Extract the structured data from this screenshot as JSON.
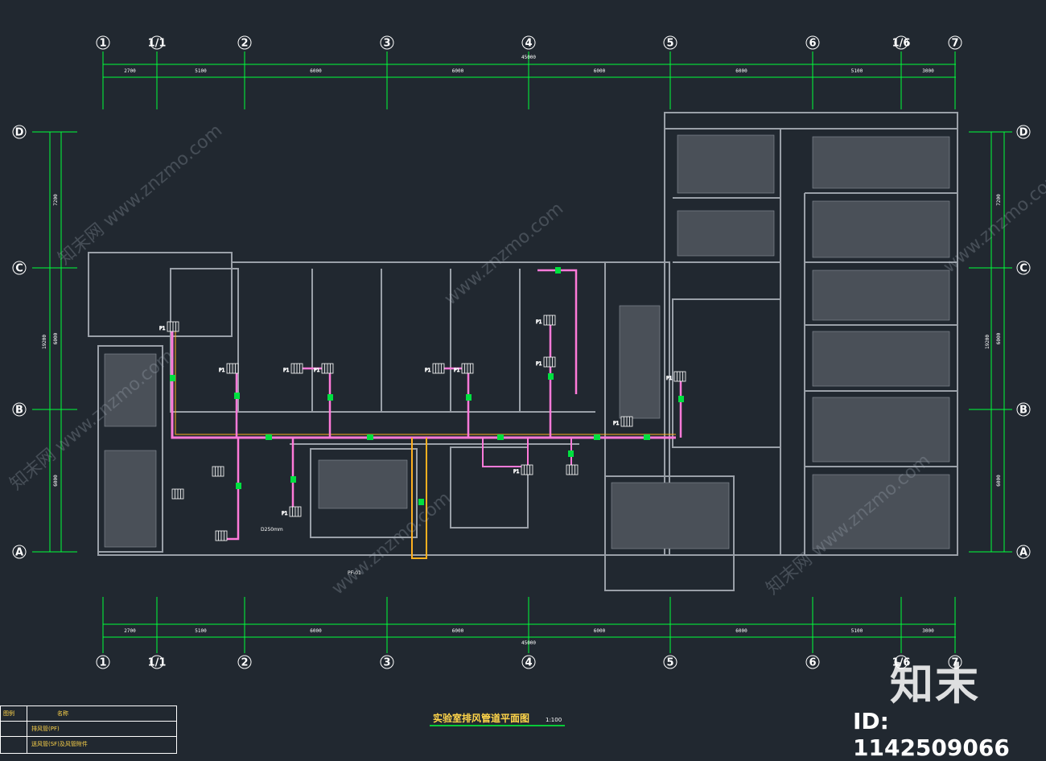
{
  "drawing": {
    "title": "实验室排风管道平面图",
    "scale": "1:100",
    "watermark_site": "www.znzmo.com",
    "watermark_cn": "知末网",
    "logo_text": "知末",
    "id_text": "ID: 1142509066"
  },
  "grid": {
    "columns": [
      "1",
      "1/1",
      "2",
      "3",
      "4",
      "5",
      "6",
      "1/6",
      "7"
    ],
    "rows": [
      "D",
      "C",
      "B",
      "A"
    ]
  },
  "dimensions": {
    "top_segments": [
      "2700",
      "5100",
      "6000",
      "6000",
      "6000",
      "6000",
      "5100",
      "3000"
    ],
    "top_total": "45000",
    "side_segments": [
      "7200",
      "6000",
      "6000"
    ],
    "side_total": "19200"
  },
  "equipment_labels": [
    "P1",
    "P1",
    "P1",
    "P1",
    "P1",
    "P1",
    "P1",
    "P1",
    "P1",
    "P1",
    "P1",
    "P1"
  ],
  "notes": {
    "duct_note": "D250mm",
    "riser": "PF-01"
  },
  "legend": {
    "header": [
      "图例",
      "名称"
    ],
    "rows": [
      "排风管(PF)",
      "送风管(SF)及风管附件"
    ]
  },
  "colors": {
    "background": "#212830",
    "grid_axis": "#00ff3a",
    "walls": "#9aa0a8",
    "duct": "#ff7ad9",
    "duct_alt": "#ffb020",
    "damper": "#00e040",
    "text": "#ffffff"
  }
}
